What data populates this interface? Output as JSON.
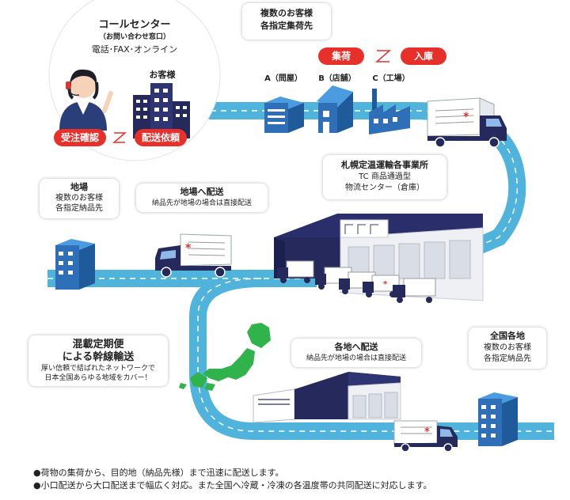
{
  "call_center": {
    "title": "コールセンター",
    "sub": "（お問い合わせ窓口）",
    "channels": "電話･FAX･オンライン",
    "customer_label": "お客様",
    "order_confirm": "受注確認",
    "delivery_request": "配送依頼"
  },
  "pickup": {
    "title_line1": "複数のお客様",
    "title_line2": "各指定集荷先",
    "collect": "集荷",
    "inbound": "入庫",
    "site_a": "A（問屋）",
    "site_b": "B（店舗）",
    "site_c": "C（工場）"
  },
  "center": {
    "title": "札幌定温運輸各事業所",
    "line2": "TC 商品通過型",
    "line3": "物流センター（倉庫）"
  },
  "local": {
    "title": "地場",
    "line2": "複数のお客様",
    "line3": "各指定納品先"
  },
  "local_delivery": {
    "title": "地場へ配送",
    "sub": "納品先が地場の場合は直接配送"
  },
  "trunk": {
    "title_line1": "混載定期便",
    "title_line2": "による幹線輸送",
    "line3": "厚い信頼で結ばれたネットワークで",
    "line4": "日本全国あらゆる地域をカバー！"
  },
  "regional_delivery": {
    "title": "各地へ配送",
    "sub": "納品先が地場の場合は直接配送"
  },
  "nationwide": {
    "title": "全国各地",
    "line2": "複数のお客様",
    "line3": "各指定納品先"
  },
  "notes": [
    "●荷物の集荷から、目的地（納品先様）まで迅速に配送します。",
    "●小口配送から大口配送まで幅広く対応。また全国へ冷蔵・冷凍の各温度帯の共同配送に対応します。"
  ],
  "colors": {
    "road": "#4fb3dc",
    "road_dark": "#2f8fbd",
    "building": "#2e6fb7",
    "building_light": "#4b9be0",
    "navy": "#25295c",
    "accent_red": "#e8302b",
    "japan_green": "#2fb34a"
  }
}
